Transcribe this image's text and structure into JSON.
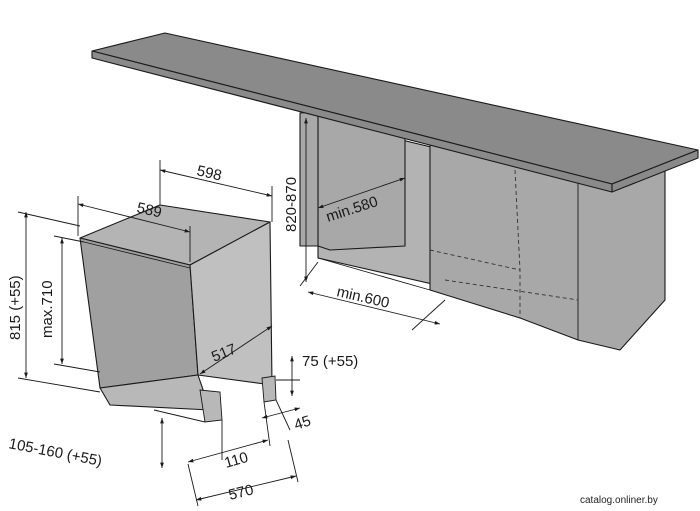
{
  "dimensions": {
    "d598": "598",
    "d589": "589",
    "d820_870": "820-870",
    "min580": "min.580",
    "min600": "min.600",
    "d815": "815 (+55)",
    "max710": "max.710",
    "d517": "517",
    "d75": "75 (+55)",
    "d45": "45",
    "d105_160": "105-160 (+55)",
    "d110": "110",
    "d570": "570"
  },
  "watermark": "catalog.onliner.by",
  "colors": {
    "countertop": "#8a8a8a",
    "cabinet": "#a8a8a8",
    "appliance_front": "#a0a0a0",
    "appliance_side": "#c0c0c0",
    "appliance_top": "#b4b4b4",
    "niche": "#b3b3b3",
    "plinth": "#b8b8b8"
  }
}
